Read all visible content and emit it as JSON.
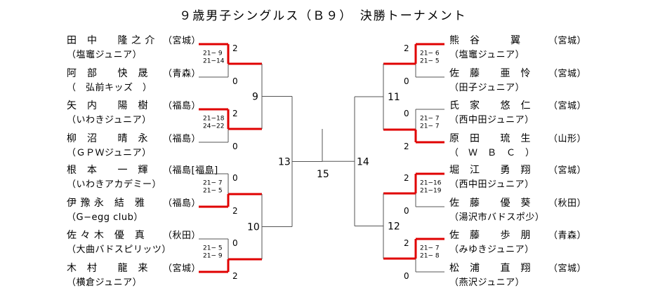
{
  "title": "９歳男子シングルス（Ｂ９）　決勝トーナメント",
  "left_players": [
    {
      "name": "田　中　　隆 之 介",
      "pref": "（宮城）",
      "club": "（塩竈ジュニア）"
    },
    {
      "name": "阿　部　　快　晟",
      "pref": "（青森）",
      "club": "（　弘前キッズ　）"
    },
    {
      "name": "矢　内　　陽　樹",
      "pref": "（福島）",
      "club": "（いわきジュニア）"
    },
    {
      "name": "柳　沼　　晴　永",
      "pref": "（福島）",
      "club": "（ＧＰＷジュニア）"
    },
    {
      "name": "根　本　　一　輝",
      "pref": "（福島[福島]",
      "club": "（いわきアカデミー）"
    },
    {
      "name": "伊 豫 永　結　雅",
      "pref": "（福島）",
      "club": "（G−egg club）"
    },
    {
      "name": "佐 々 木　優　真",
      "pref": "（秋田）",
      "club": "（大曲バドスピリッツ）"
    },
    {
      "name": "木　村　　龍　来",
      "pref": "（宮城）",
      "club": "（横倉ジュニア）"
    }
  ],
  "right_players": [
    {
      "name": "熊　谷　　　翼",
      "pref": "（宮城）",
      "club": "（塩竈ジュニア）"
    },
    {
      "name": "佐　藤　　亜　怜",
      "pref": "（宮城）",
      "club": "（田子ジュニア）"
    },
    {
      "name": "氏　家　　悠　仁",
      "pref": "（宮城）",
      "club": "（西中田ジュニア）"
    },
    {
      "name": "原　田　　琉　生",
      "pref": "（山形）",
      "club": "（　Ｗ　Ｂ　Ｃ　）"
    },
    {
      "name": "堀　江　　勇　翔",
      "pref": "（宮城）",
      "club": "（西中田ジュニア）"
    },
    {
      "name": "佐　藤　　優　葵",
      "pref": "（秋田）",
      "club": "（湯沢市バドスポ少）"
    },
    {
      "name": "佐　藤　　歩　朋",
      "pref": "（青森）",
      "club": "（みゆきジュニア）"
    },
    {
      "name": "松　浦　　直　翔",
      "pref": "（宮城）",
      "club": "（燕沢ジュニア）"
    }
  ],
  "left_matches": [
    {
      "top_result": "2",
      "bottom_result": "0",
      "scores": [
        "21− 9",
        "21−14"
      ],
      "winner": "top"
    },
    {
      "top_result": "2",
      "bottom_result": "0",
      "scores": [
        "21−18",
        "24−22"
      ],
      "winner": "top"
    },
    {
      "top_result": "0",
      "bottom_result": "2",
      "scores": [
        "21− 7",
        "21− 5"
      ],
      "winner": "bottom"
    },
    {
      "top_result": "0",
      "bottom_result": "2",
      "scores": [
        "21− 5",
        "21− 9"
      ],
      "winner": "bottom"
    }
  ],
  "right_matches": [
    {
      "top_result": "2",
      "bottom_result": "0",
      "scores": [
        "21− 6",
        "21− 5"
      ],
      "winner": "top"
    },
    {
      "top_result": "0",
      "bottom_result": "2",
      "scores": [
        "21− 7",
        "21− 7"
      ],
      "winner": "bottom"
    },
    {
      "top_result": "2",
      "bottom_result": "0",
      "scores": [
        "21−16",
        "21−19"
      ],
      "winner": "top"
    },
    {
      "top_result": "2",
      "bottom_result": "0",
      "scores": [
        "21− 7",
        "21− 8"
      ],
      "winner": "top"
    }
  ],
  "match_numbers": {
    "m9": "9",
    "m10": "10",
    "m11": "11",
    "m12": "12",
    "m13": "13",
    "m14": "14",
    "final": "15"
  },
  "colors": {
    "winner_line": "#e00000",
    "line": "#555555"
  }
}
